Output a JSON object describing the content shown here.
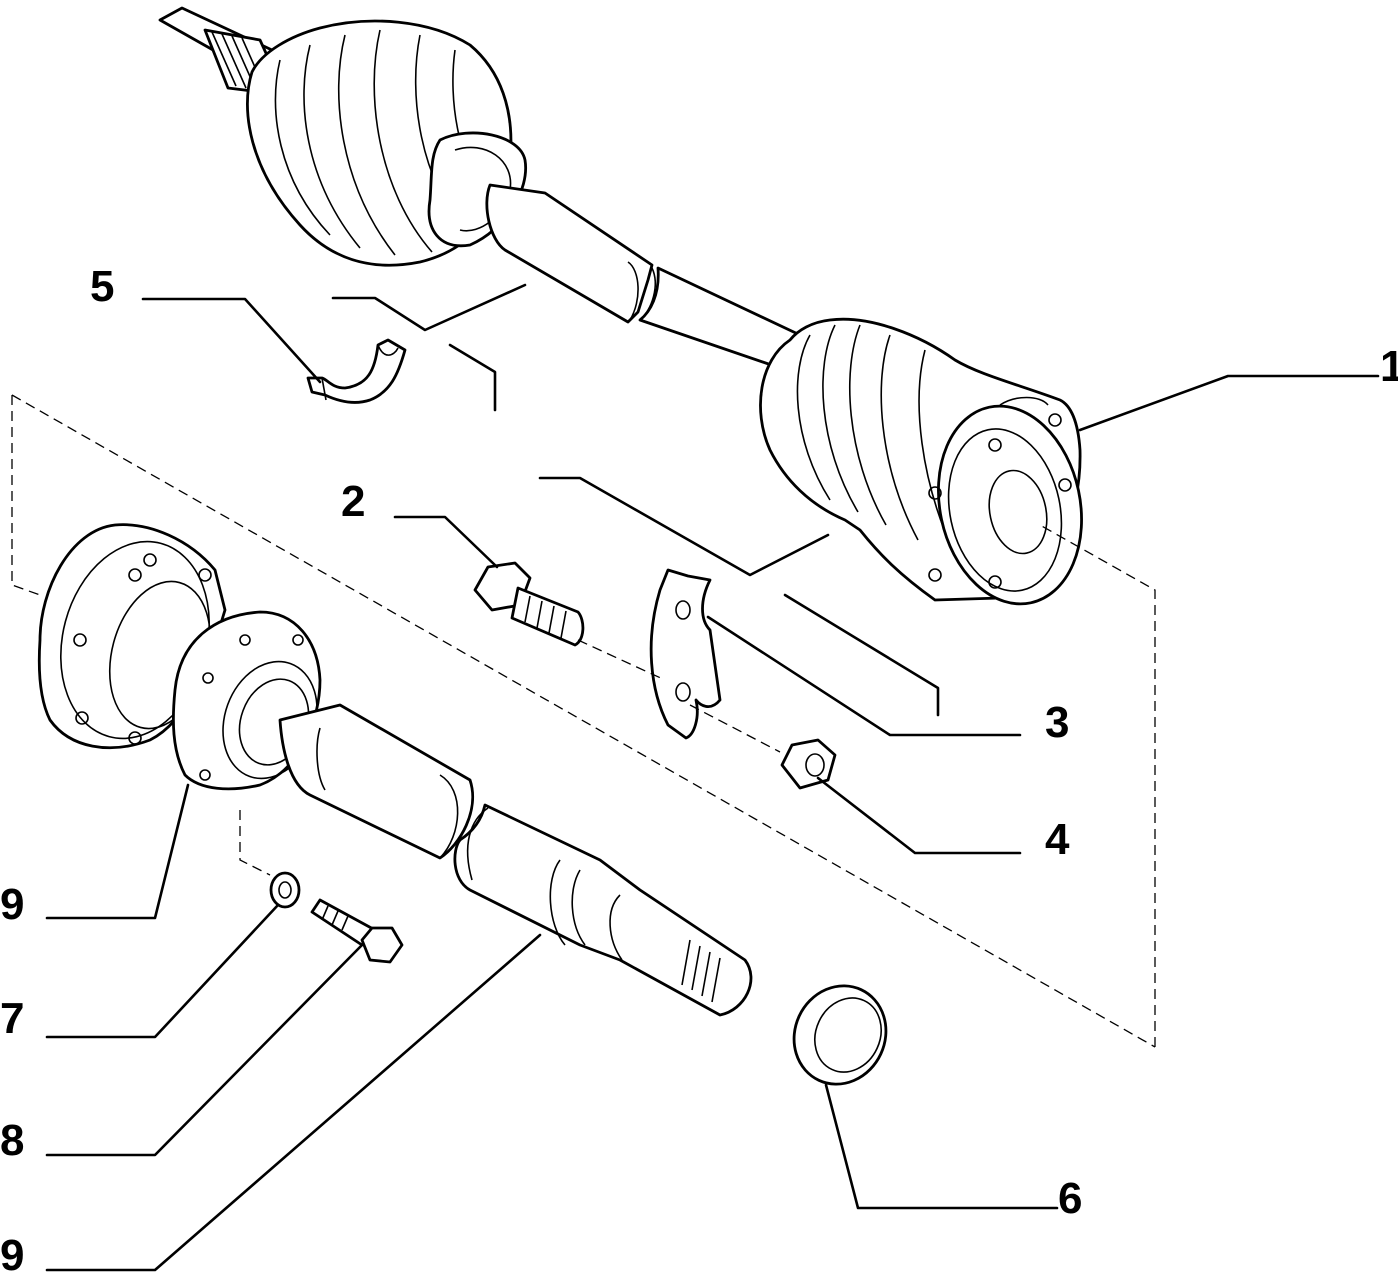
{
  "callouts": [
    {
      "id": "1",
      "text": "1"
    },
    {
      "id": "2",
      "text": "2"
    },
    {
      "id": "3",
      "text": "3"
    },
    {
      "id": "4",
      "text": "4"
    },
    {
      "id": "5",
      "text": "5"
    },
    {
      "id": "6",
      "text": "6"
    },
    {
      "id": "7",
      "text": "7"
    },
    {
      "id": "8",
      "text": "8"
    },
    {
      "id": "9a",
      "text": "9"
    },
    {
      "id": "9b",
      "text": "9"
    }
  ],
  "colors": {
    "line": "#000000",
    "background": "#ffffff"
  }
}
